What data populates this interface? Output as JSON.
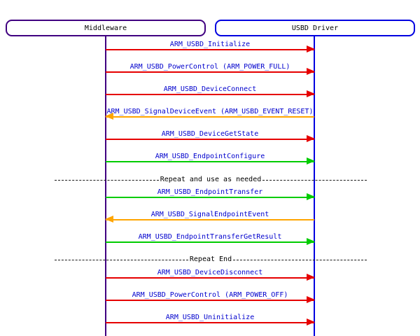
{
  "palette": {
    "red": "#e60000",
    "green": "#00cc00",
    "orange": "#ffa500",
    "purple": "#400080",
    "blue": "#0000e0",
    "label_blue": "#0000cd"
  },
  "actors": [
    {
      "name": "Middleware",
      "color": "#400080"
    },
    {
      "name": "USBD Driver",
      "color": "#0000e0"
    }
  ],
  "messages": [
    {
      "label": "ARM_USBD_Initialize",
      "direction": "right",
      "color": "red",
      "from": "Middleware",
      "to": "USBD Driver"
    },
    {
      "label": "ARM_USBD_PowerControl (ARM_POWER_FULL)",
      "direction": "right",
      "color": "red",
      "from": "Middleware",
      "to": "USBD Driver"
    },
    {
      "label": "ARM_USBD_DeviceConnect",
      "direction": "right",
      "color": "red",
      "from": "Middleware",
      "to": "USBD Driver"
    },
    {
      "label": "ARM_USBD_SignalDeviceEvent (ARM_USBD_EVENT_RESET)",
      "direction": "left",
      "color": "orange",
      "from": "USBD Driver",
      "to": "Middleware"
    },
    {
      "label": "ARM_USBD_DeviceGetState",
      "direction": "right",
      "color": "red",
      "from": "Middleware",
      "to": "USBD Driver"
    },
    {
      "label": "ARM_USBD_EndpointConfigure",
      "direction": "right",
      "color": "green",
      "from": "Middleware",
      "to": "USBD Driver"
    },
    {
      "label": "ARM_USBD_EndpointTransfer",
      "direction": "right",
      "color": "green",
      "from": "Middleware",
      "to": "USBD Driver"
    },
    {
      "label": "ARM_USBD_SignalEndpointEvent",
      "direction": "left",
      "color": "orange",
      "from": "USBD Driver",
      "to": "Middleware"
    },
    {
      "label": "ARM_USBD_EndpointTransferGetResult",
      "direction": "right",
      "color": "green",
      "from": "Middleware",
      "to": "USBD Driver"
    },
    {
      "label": "ARM_USBD_DeviceDisconnect",
      "direction": "right",
      "color": "red",
      "from": "Middleware",
      "to": "USBD Driver"
    },
    {
      "label": "ARM_USBD_PowerControl (ARM_POWER_OFF)",
      "direction": "right",
      "color": "red",
      "from": "Middleware",
      "to": "USBD Driver"
    },
    {
      "label": "ARM_USBD_Uninitialize",
      "direction": "right",
      "color": "red",
      "from": "Middleware",
      "to": "USBD Driver"
    }
  ],
  "separators": [
    {
      "label": "Repeat and use as needed"
    },
    {
      "label": "Repeat End"
    }
  ]
}
